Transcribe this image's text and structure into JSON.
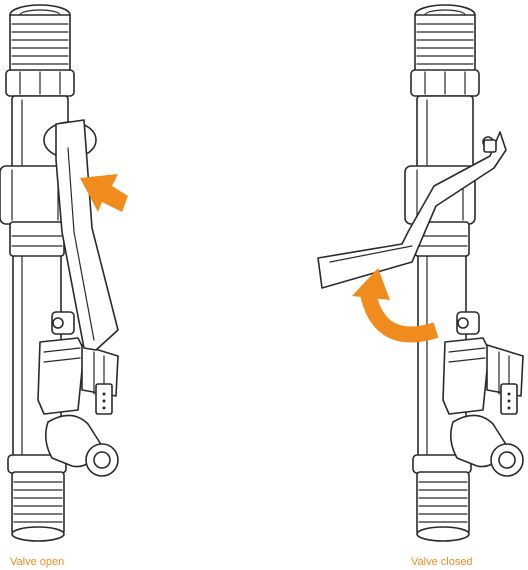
{
  "captions": {
    "open": "Valve open",
    "closed": "Valve closed"
  },
  "colors": {
    "accent": "#f08c1e",
    "outline": "#2a2a2a",
    "background": "#ffffff"
  },
  "figures": [
    {
      "name": "open-valve-assembly",
      "state": "open",
      "arrow": "push-arrow"
    },
    {
      "name": "closed-valve-assembly",
      "state": "closed",
      "arrow": "curved-rotation-arrow"
    }
  ]
}
